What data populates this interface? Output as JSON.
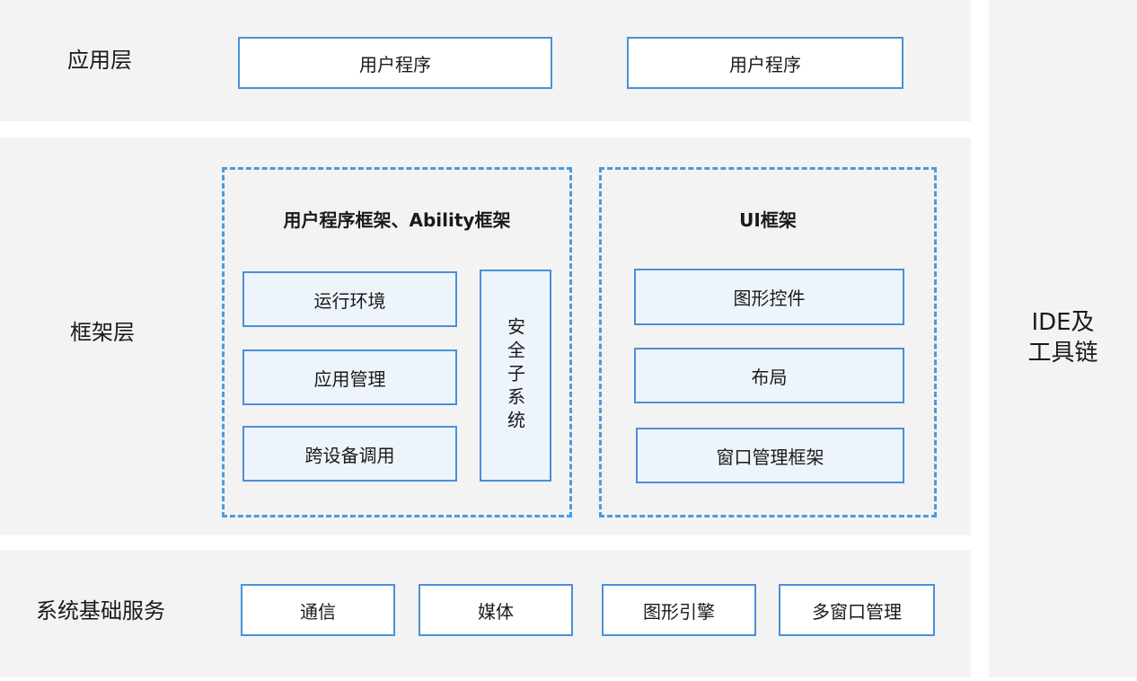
{
  "app_layer": {
    "label": "应用层",
    "boxes": [
      "用户程序",
      "用户程序"
    ]
  },
  "framework_layer": {
    "label": "框架层",
    "left_group": {
      "title": "用户程序框架、Ability框架",
      "items": [
        "运行环境",
        "应用管理",
        "跨设备调用"
      ],
      "security": "安全子系统"
    },
    "right_group": {
      "title": "UI框架",
      "items": [
        "图形控件",
        "布局",
        "窗口管理框架"
      ]
    }
  },
  "system_layer": {
    "label": "系统基础服务",
    "boxes": [
      "通信",
      "媒体",
      "图形引擎",
      "多窗口管理"
    ]
  },
  "side": {
    "line1": "IDE及",
    "line2": "工具链"
  }
}
